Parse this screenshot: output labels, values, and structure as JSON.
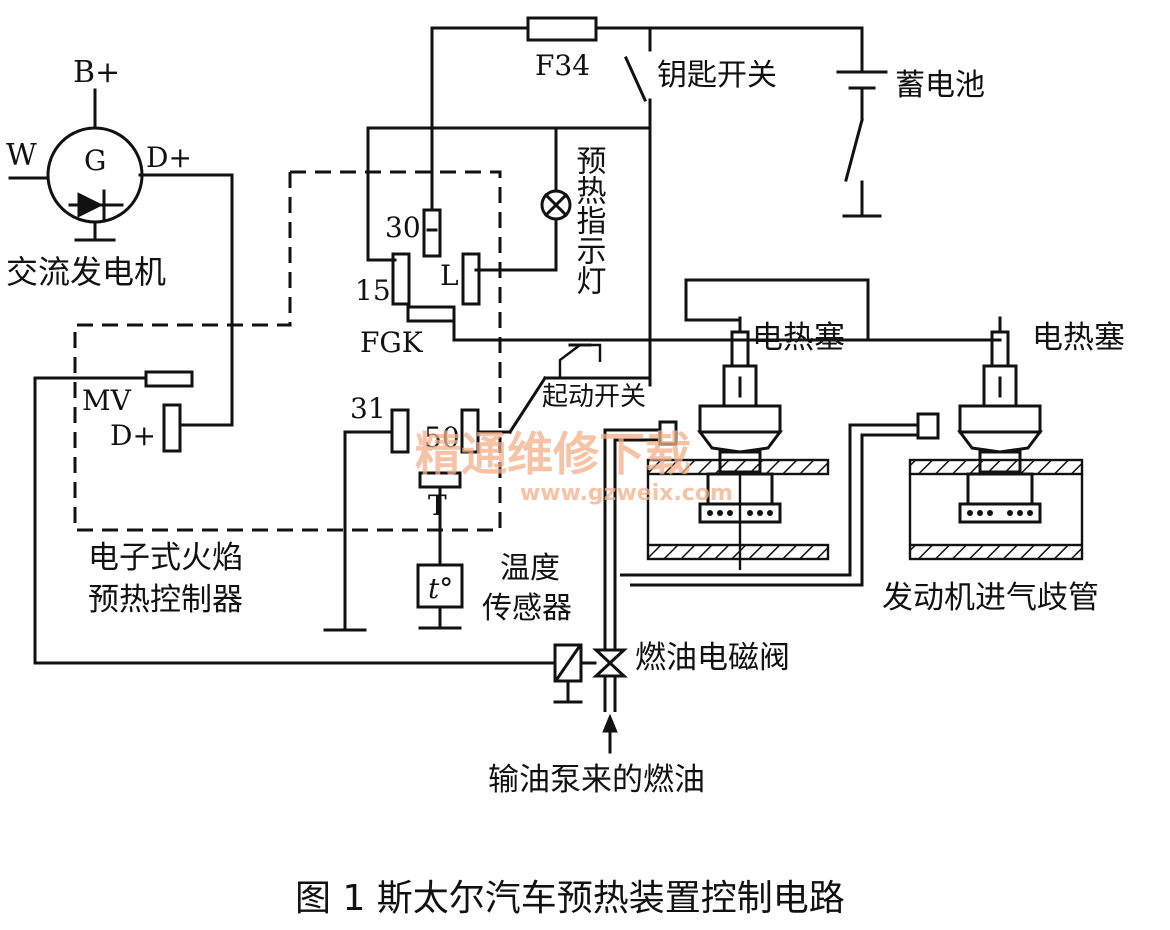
{
  "generator": {
    "terminal_battery": "B+",
    "terminal_excite": "W",
    "letter": "G",
    "terminal_d": "D+",
    "name": "交流发电机"
  },
  "fuse": "F34",
  "key_switch": "钥匙开关",
  "battery": "蓄电池",
  "indicator_lamp": "预热指示灯",
  "controller": {
    "pin_30": "30",
    "pin_15": "15",
    "pin_L": "L",
    "pin_FGK": "FGK",
    "pin_MV": "MV",
    "pin_Dplus": "D+",
    "pin_31": "31",
    "pin_50": "50",
    "pin_T": "T",
    "name_line1": "电子式火焰",
    "name_line2": "预热控制器"
  },
  "start_switch": "起动开关",
  "glow_plug_1": "电热塞",
  "glow_plug_2": "电热塞",
  "temp_sensor": {
    "symbol": "t°",
    "line1": "温度",
    "line2": "传感器"
  },
  "fuel_valve": "燃油电磁阀",
  "intake_manifold": "发动机进气歧管",
  "fuel_source": "输油泵来的燃油",
  "watermark": {
    "cn": "精通维修下载",
    "url": "www.gzweix.com"
  },
  "caption": "图 1  斯太尔汽车预热装置控制电路"
}
